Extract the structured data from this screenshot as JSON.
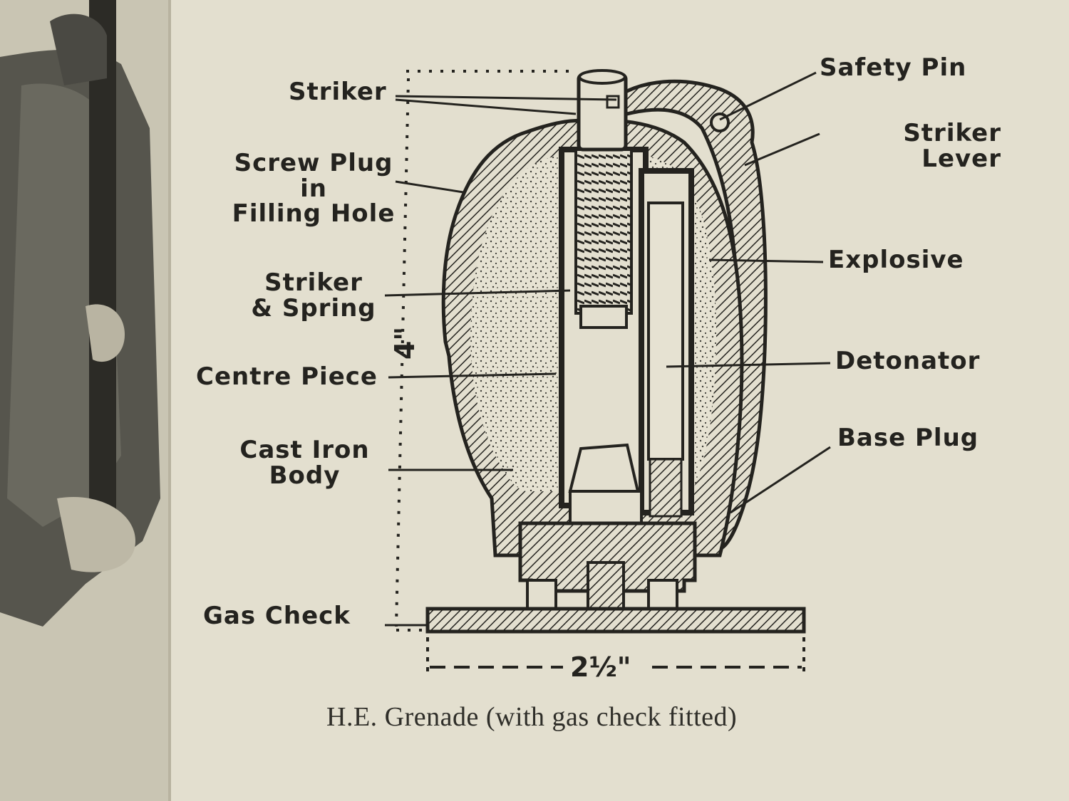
{
  "labels": {
    "striker": "Striker",
    "screw_plug": "Screw Plug\nin\nFilling Hole",
    "striker_spring": "Striker\n& Spring",
    "centre_piece": "Centre Piece",
    "cast_iron_body": "Cast Iron\nBody",
    "gas_check": "Gas Check",
    "safety_pin": "Safety Pin",
    "striker_lever": "Striker\nLever",
    "explosive": "Explosive",
    "detonator": "Detonator",
    "base_plug": "Base Plug"
  },
  "dimensions": {
    "height": "4\"",
    "width": "2½\""
  },
  "caption": "H.E. Grenade (with gas check fitted)",
  "colors": {
    "paper": "#e3dfcf",
    "ink": "#24231f",
    "photo_dark": "#3c3b35",
    "background": "#cfcab8"
  }
}
